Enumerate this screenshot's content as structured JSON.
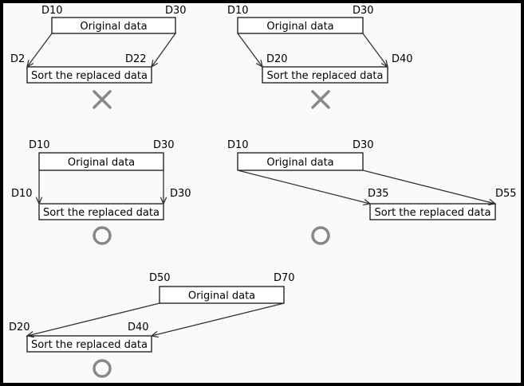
{
  "labels": {
    "original": "Original data",
    "sorted": "Sort the replaced data"
  },
  "diagrams": [
    {
      "src_start": "D10",
      "src_end": "D30",
      "dst_start": "D2",
      "dst_end": "D22",
      "result": "invalid"
    },
    {
      "src_start": "D10",
      "src_end": "D30",
      "dst_start": "D20",
      "dst_end": "D40",
      "result": "invalid"
    },
    {
      "src_start": "D10",
      "src_end": "D30",
      "dst_start": "D10",
      "dst_end": "D30",
      "result": "valid"
    },
    {
      "src_start": "D10",
      "src_end": "D30",
      "dst_start": "D35",
      "dst_end": "D55",
      "result": "valid"
    },
    {
      "src_start": "D50",
      "src_end": "D70",
      "dst_start": "D20",
      "dst_end": "D40",
      "result": "valid"
    }
  ],
  "colors": {
    "background": "#fafafa",
    "border": "#000000",
    "arrow": "#333333",
    "cross": "#888888",
    "circle": "#888888"
  }
}
